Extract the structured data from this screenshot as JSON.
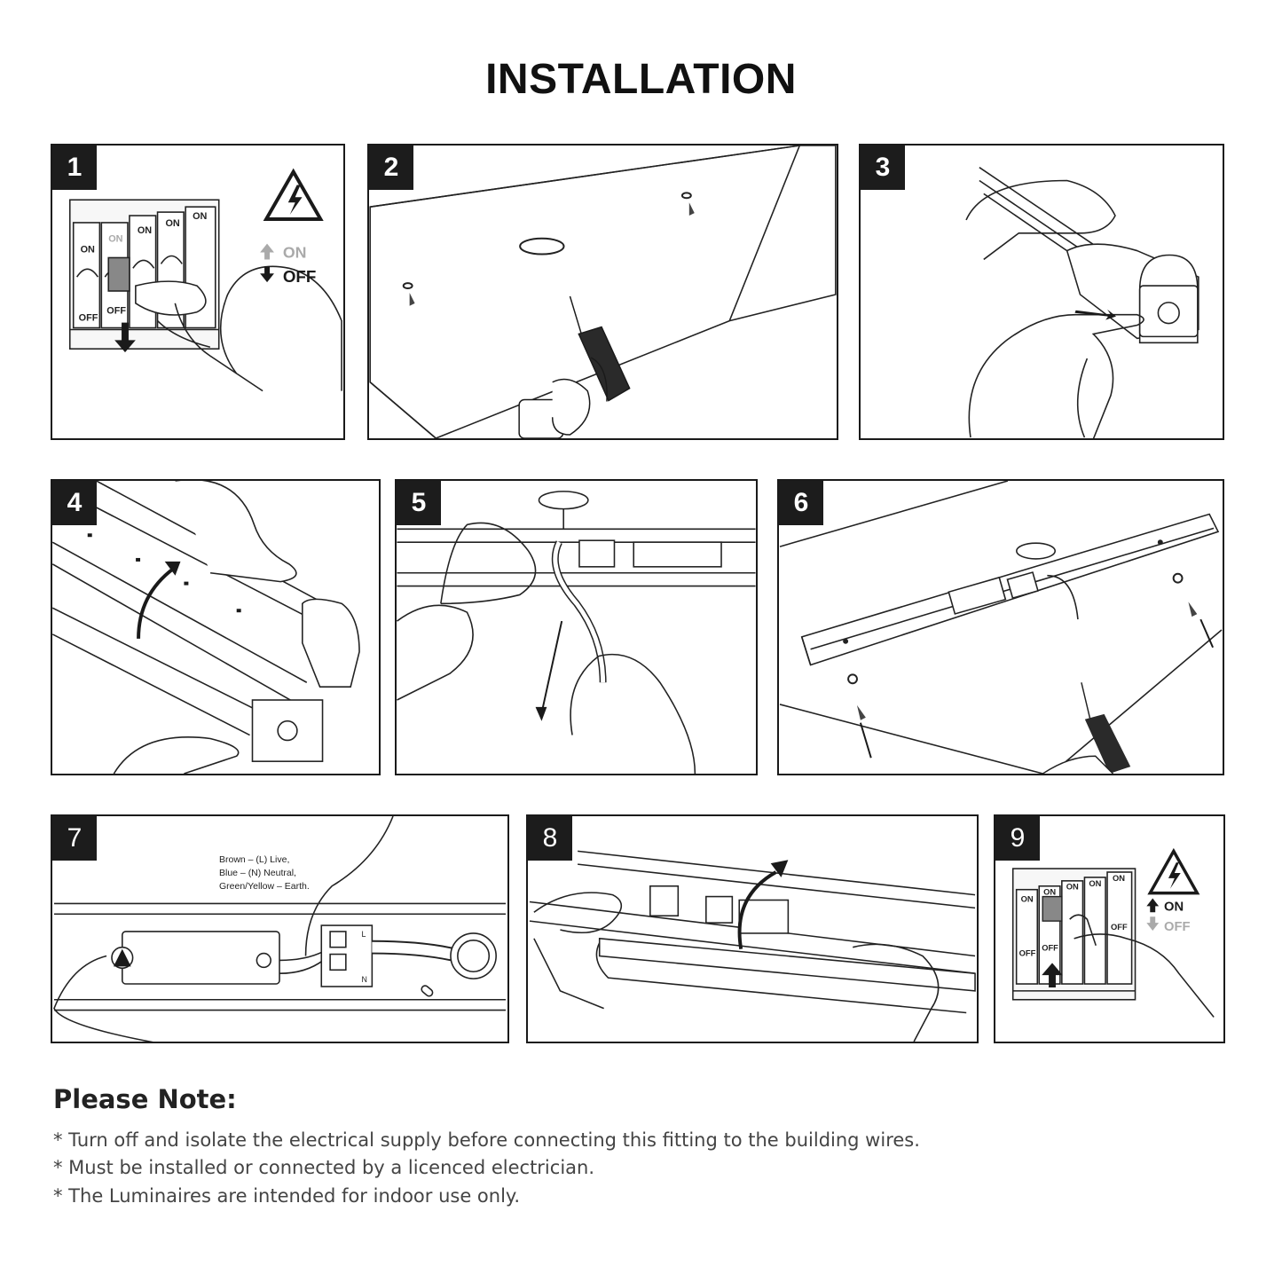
{
  "title": "INSTALLATION",
  "steps": [
    {
      "number": "1",
      "switch_on": "ON",
      "switch_off": "OFF",
      "breaker_on": "ON",
      "breaker_off": "OFF"
    },
    {
      "number": "2"
    },
    {
      "number": "3"
    },
    {
      "number": "4"
    },
    {
      "number": "5"
    },
    {
      "number": "6"
    },
    {
      "number": "7",
      "wiring": [
        "Brown – (L) Live,",
        "Blue –  (N) Neutral,",
        "Green/Yellow – Earth."
      ],
      "terminal_labels": [
        "L",
        "N"
      ]
    },
    {
      "number": "8"
    },
    {
      "number": "9",
      "switch_on": "ON",
      "switch_off": "OFF",
      "breaker_on": "ON",
      "breaker_off": "OFF"
    }
  ],
  "note": {
    "heading": "Please Note:",
    "lines": [
      "* Turn off and isolate the electrical supply before connecting this fitting to the building wires.",
      "* Must be installed or connected by a licenced electrician.",
      "* The Luminaires are intended for indoor use only."
    ]
  },
  "icons": [
    "warning-lightning-icon",
    "arrow-up-icon",
    "arrow-down-icon",
    "hand-icon",
    "drill-icon",
    "screw-icon",
    "curved-arrow-icon"
  ]
}
